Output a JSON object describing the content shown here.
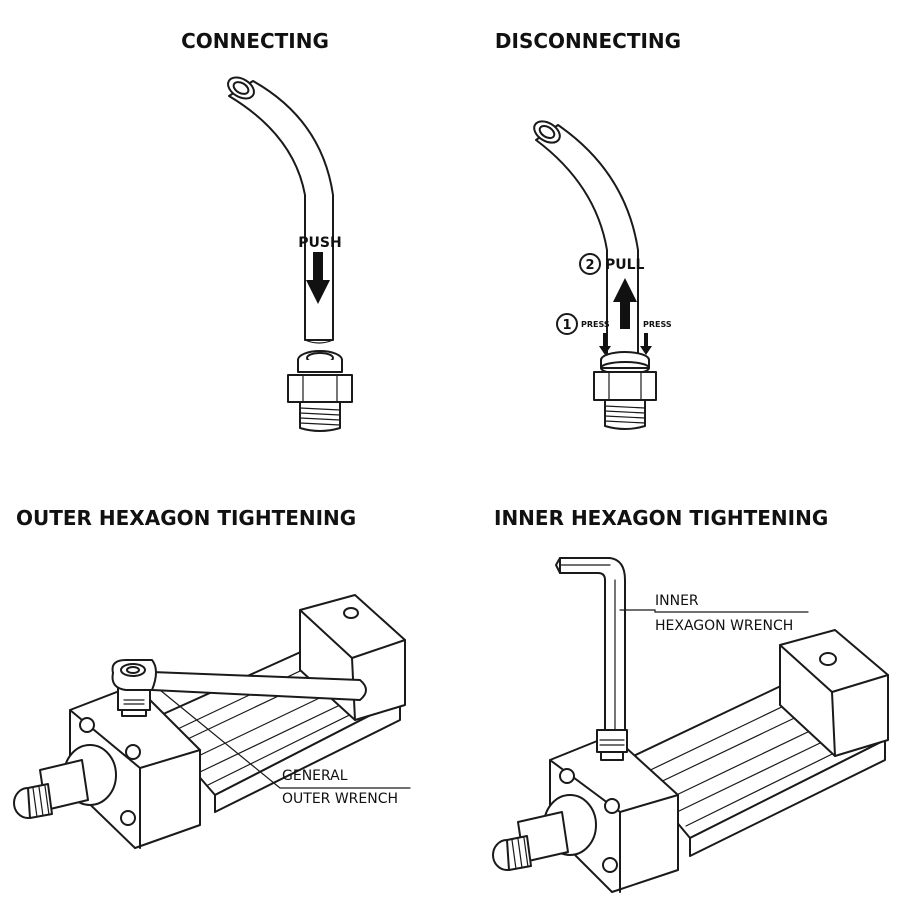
{
  "panels": {
    "connecting": {
      "title": "CONNECTING",
      "push_label": "PUSH"
    },
    "disconnecting": {
      "title": "DISCONNECTING",
      "step1_number": "1",
      "step2_number": "2",
      "pull_label": "PULL",
      "press_label_left": "PRESS",
      "press_label_right": "PRESS"
    },
    "outer_hexagon": {
      "title": "OUTER HEXAGON TIGHTENING",
      "callout_line1": "GENERAL",
      "callout_line2": "OUTER WRENCH"
    },
    "inner_hexagon": {
      "title": "INNER HEXAGON TIGHTENING",
      "callout_line1": "INNER",
      "callout_line2": "HEXAGON WRENCH"
    }
  },
  "icons": {
    "tube": "tube-icon",
    "fitting": "push-in-fitting-icon",
    "cylinder": "pneumatic-cylinder-icon",
    "open_wrench": "open-end-wrench-icon",
    "hex_key": "hex-key-icon"
  },
  "colors": {
    "line": "#1a1a1a",
    "background": "#ffffff"
  }
}
